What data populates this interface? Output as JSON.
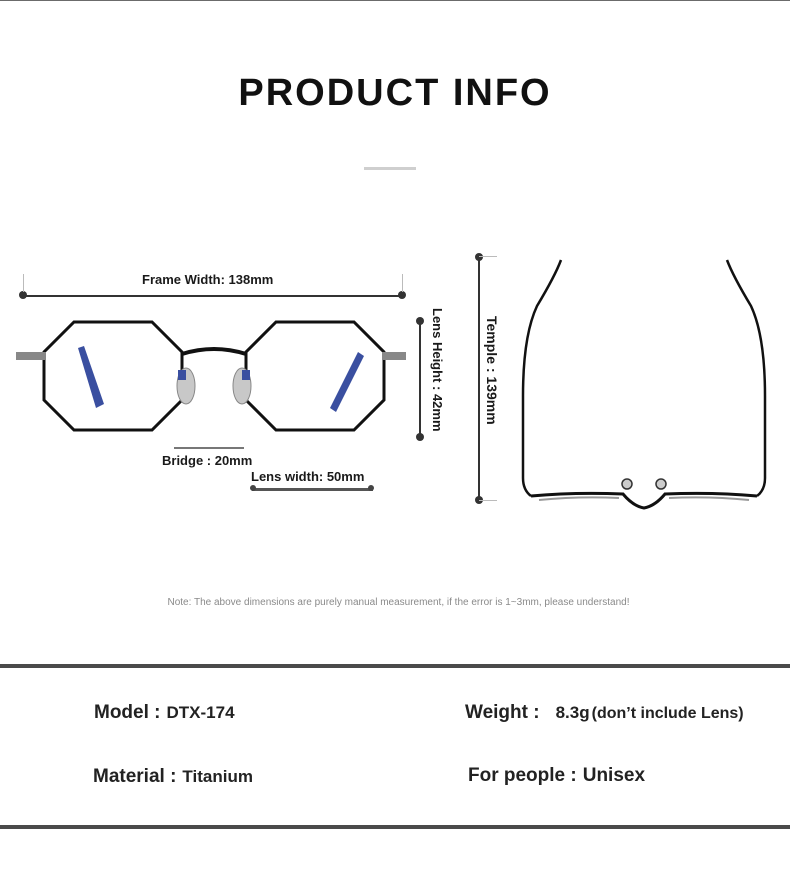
{
  "header": {
    "title": "PRODUCT INFO"
  },
  "dimensions": {
    "frame_width": "Frame Width: 138mm",
    "lens_height": "Lens Height : 42mm",
    "temple": "Temple : 139mm",
    "bridge": "Bridge : 20mm",
    "lens_width": "Lens width: 50mm"
  },
  "note": "Note: The above dimensions are purely manual measurement, if the error is 1~3mm, please understand!",
  "specs": {
    "model_label": "Model :",
    "model_value": "DTX-174",
    "weight_label": "Weight :",
    "weight_value": "8.3g",
    "weight_extra": "(don’t include Lens)",
    "material_label": "Material :",
    "material_value": "Titanium",
    "people_label": "For people :",
    "people_value": "Unisex"
  },
  "colors": {
    "frame": "#111111",
    "accent_temple": "#3a4fa0",
    "rule": "#4a4a4a"
  }
}
